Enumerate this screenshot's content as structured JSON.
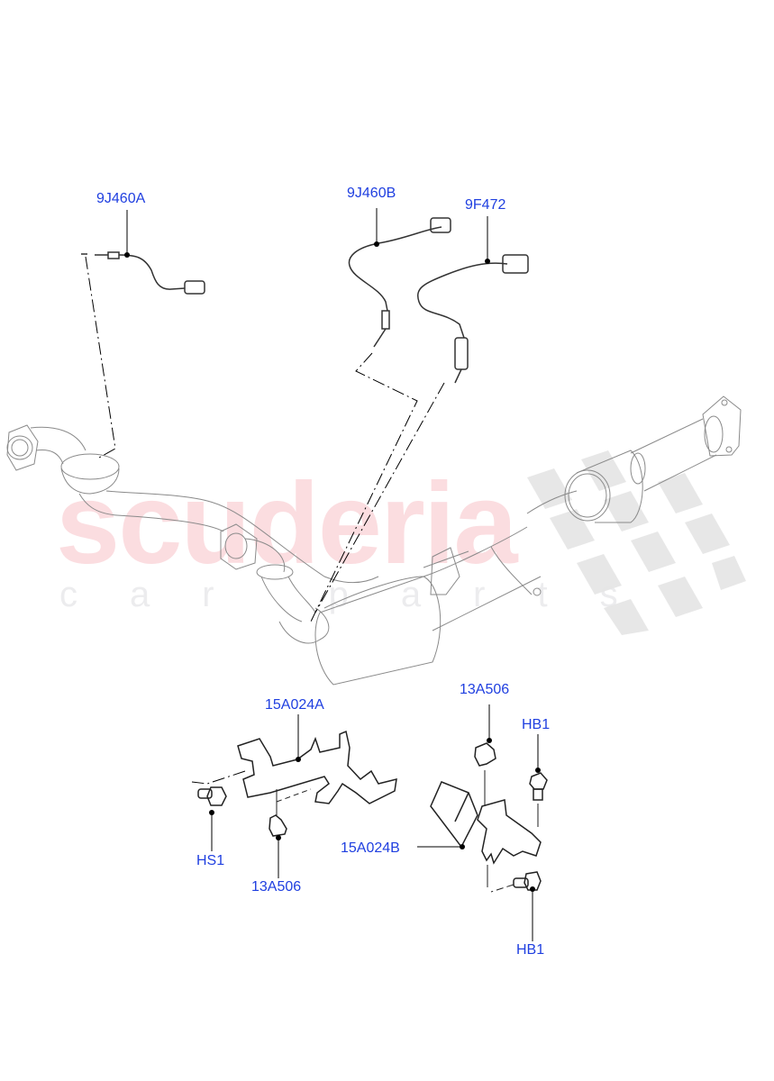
{
  "diagram": {
    "type": "exploded-parts-diagram",
    "subject": "Exhaust system sensors and brackets",
    "label_color": "#1f3fe0",
    "line_color": "#000000",
    "part_outline_color": "#8a8a8a"
  },
  "watermark": {
    "main": "scuderia",
    "sub": "car parts",
    "main_color": "#fbdde0",
    "sub_color": "#ececee",
    "flag_color": "#e4e4e4"
  },
  "callouts": [
    {
      "id": "c1",
      "label": "9J460A",
      "part": "exhaust gas temperature sensor (front)"
    },
    {
      "id": "c2",
      "label": "9J460B",
      "part": "exhaust gas temperature sensor (rear)"
    },
    {
      "id": "c3",
      "label": "9F472",
      "part": "heated oxygen sensor"
    },
    {
      "id": "c4",
      "label": "15A024A",
      "part": "sensor harness bracket"
    },
    {
      "id": "c5",
      "label": "HS1",
      "part": "bolt"
    },
    {
      "id": "c6",
      "label": "13A506",
      "part": "harness clip"
    },
    {
      "id": "c7",
      "label": "13A506",
      "part": "harness clip"
    },
    {
      "id": "c8",
      "label": "HB1",
      "part": "bolt"
    },
    {
      "id": "c9",
      "label": "15A024B",
      "part": "sensor bracket"
    },
    {
      "id": "c10",
      "label": "HB1",
      "part": "bolt"
    }
  ]
}
